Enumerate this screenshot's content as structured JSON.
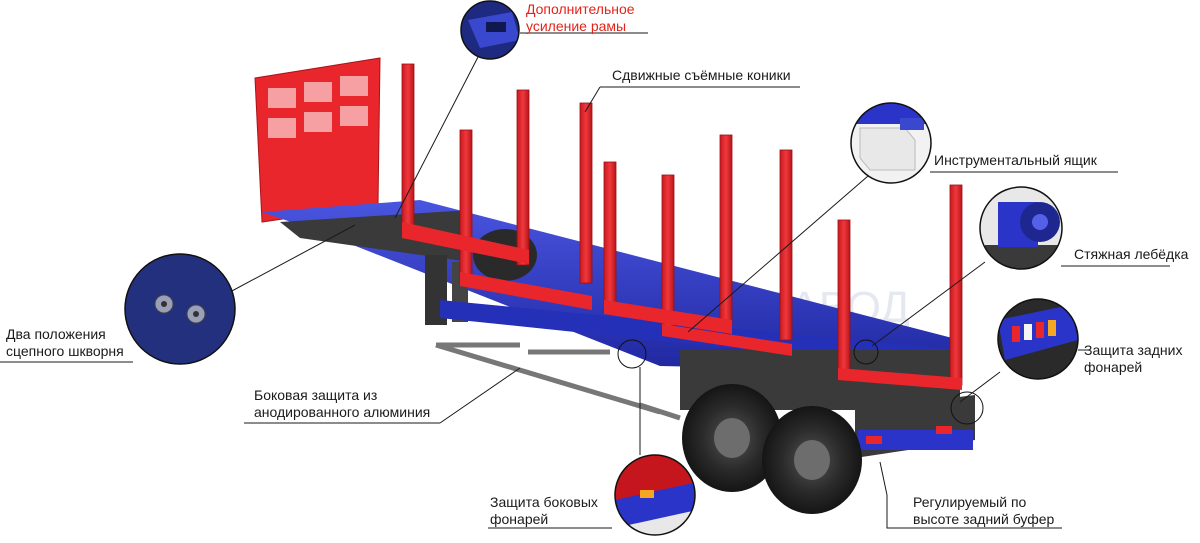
{
  "labels": {
    "frame_reinforcement": {
      "line1": "Дополнительное",
      "line2": "усиление рамы"
    },
    "sliding_bunks": "Сдвижные съёмные коники",
    "tool_box": "Инструментальный ящик",
    "winch": "Стяжная лебёдка",
    "rear_lights_protection": {
      "line1": "Защита задних",
      "line2": "фонарей"
    },
    "kingpin_positions": {
      "line1": "Два положения",
      "line2": "сцепного шкворня"
    },
    "side_protection": {
      "line1": "Боковая защита из",
      "line2": "анодированного алюминия"
    },
    "side_lights_protection": {
      "line1": "Защита боковых",
      "line2": "фонарей"
    },
    "rear_bumper": {
      "line1": "Регулируемый по",
      "line2": "высоте задний буфер"
    }
  },
  "watermark": "СКИЙ ЗАВОД",
  "colors": {
    "stake_red": "#e8262b",
    "frame_blue": "#2a34c8",
    "dark_gray": "#3a3a3a",
    "leader_line": "#1a1a1a",
    "highlight_label": "#e2231a"
  }
}
